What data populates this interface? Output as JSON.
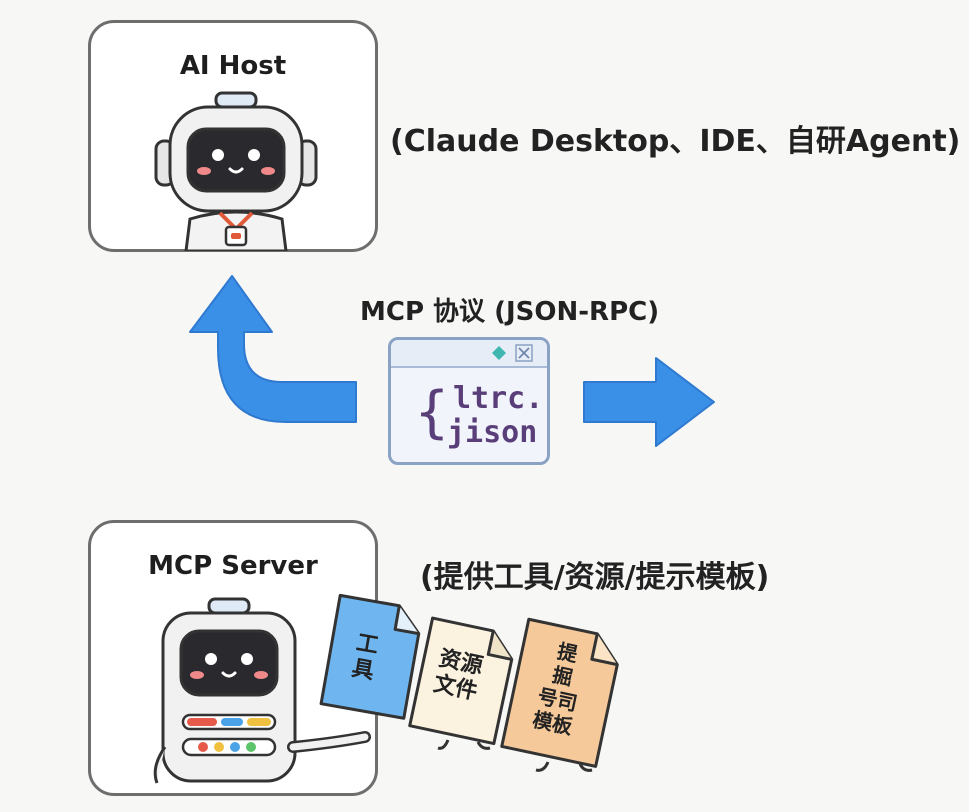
{
  "host": {
    "title": "AI Host",
    "caption": "(Claude Desktop、IDE、自研Agent)"
  },
  "protocol": {
    "label": "MCP 协议 (JSON-RPC)",
    "window_line1": "ltrc.",
    "window_line2": "jison",
    "brace": "{"
  },
  "server": {
    "title": "MCP Server",
    "caption": "(提供工具/资源/提示模板)"
  },
  "documents": [
    {
      "line1": "工",
      "line2": "具",
      "color": "#6fb6f0"
    },
    {
      "line1": "资源",
      "line2": "文件",
      "color": "#fbf2e0"
    },
    {
      "line1": "提",
      "line2": "掘",
      "line3": "号司",
      "line4": "模板",
      "color": "#f6c99a"
    }
  ],
  "colors": {
    "arrow": "#3a8fe6",
    "box_border": "#6e6e6e"
  }
}
